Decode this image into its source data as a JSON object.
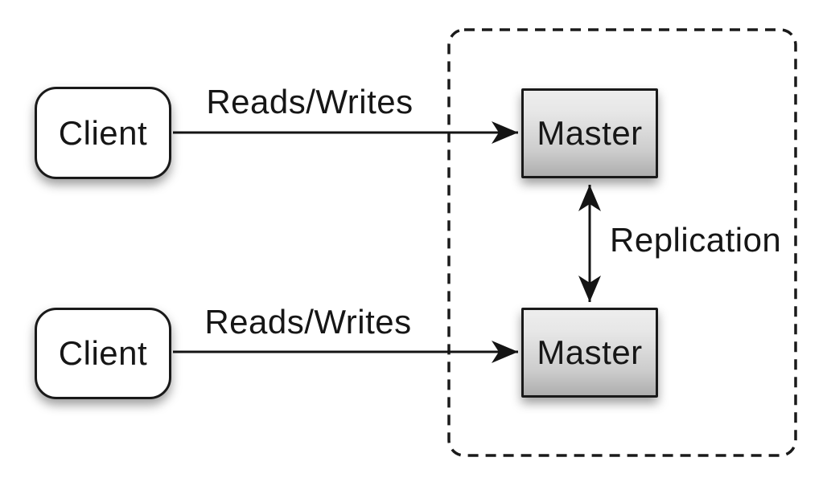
{
  "diagram": {
    "type": "architecture-diagram",
    "nodes": {
      "clients": [
        {
          "label": "Client"
        },
        {
          "label": "Client"
        }
      ],
      "masters": [
        {
          "label": "Master"
        },
        {
          "label": "Master"
        }
      ]
    },
    "edges": {
      "reads_writes_top": {
        "label": "Reads/Writes"
      },
      "reads_writes_bottom": {
        "label": "Reads/Writes"
      },
      "replication": {
        "label": "Replication"
      }
    },
    "colors": {
      "background": "#ffffff",
      "stroke": "#191919",
      "text": "#161616",
      "client_fill": "#ffffff",
      "master_fill_top": "#ededed",
      "master_fill_bottom": "#aeaeae"
    }
  }
}
